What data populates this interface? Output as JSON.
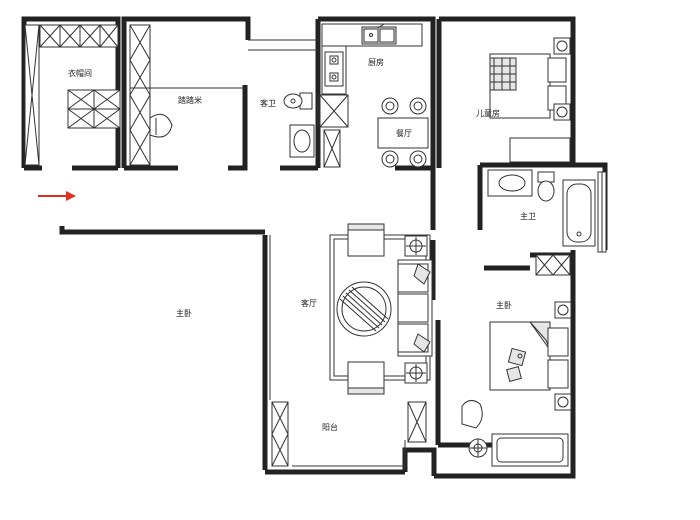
{
  "rooms": {
    "closet": "衣帽间",
    "tatami": "踏踏米",
    "guest_bath": "客卫",
    "kitchen": "厨房",
    "dining": "餐厅",
    "kids_room": "儿童房",
    "master_bath": "主卫",
    "master_bedroom_left": "主卧",
    "living_room": "客厅",
    "master_bedroom_right": "主卧",
    "balcony": "阳台"
  },
  "colors": {
    "wall": "#222222",
    "arrow": "#e03020",
    "fixture_fill": "#e6e6e6"
  },
  "icons": {
    "entry_arrow": "red-arrow-right"
  }
}
